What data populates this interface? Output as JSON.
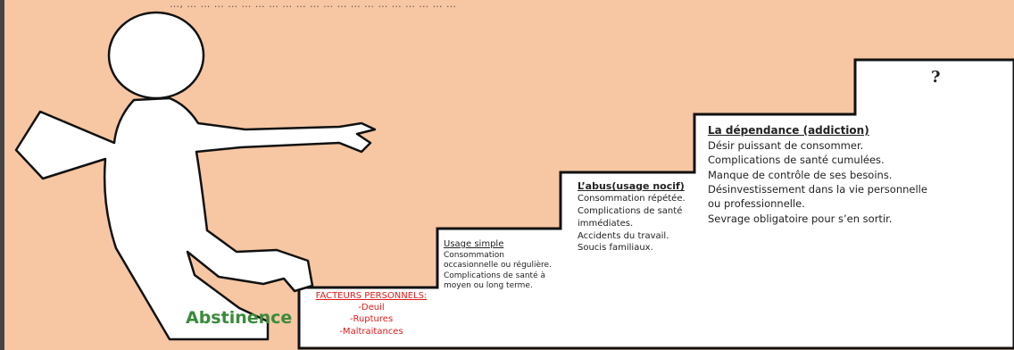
{
  "header_fragment": "…, … … … … … … … … … … … … … … … … … … … …",
  "start_label": "Abstinence",
  "question_label": "?",
  "steps": {
    "facteurs": {
      "title": "FACTEURS PERSONNELS:",
      "items": [
        "-Deuil",
        "-Ruptures",
        "-Maltraitances"
      ]
    },
    "usage_simple": {
      "title": "Usage simple",
      "lines": [
        "Consommation",
        "occasionnelle ou régulière.",
        "Complications de santé à",
        "moyen ou long terme."
      ]
    },
    "abus": {
      "title": "L’abus(usage nocif)",
      "lines": [
        "Consommation répétée.",
        "Complications de santé",
        "immédiates.",
        "Accidents du travail.",
        "Soucis familiaux."
      ]
    },
    "dependance": {
      "title": "La dépendance (addiction)",
      "lines": [
        "Désir puissant de consommer.",
        "Complications de santé cumulées.",
        "Manque de contrôle de ses besoins.",
        "Désinvestissement dans la vie personnelle",
        "ou professionnelle.",
        "Sevrage obligatoire pour s’en sortir."
      ]
    }
  },
  "colors": {
    "background": "#f7c6a3",
    "step_fill": "#ffffff",
    "outline": "#111111",
    "accent_red": "#e01b1b",
    "accent_green": "#3a8a3a"
  }
}
